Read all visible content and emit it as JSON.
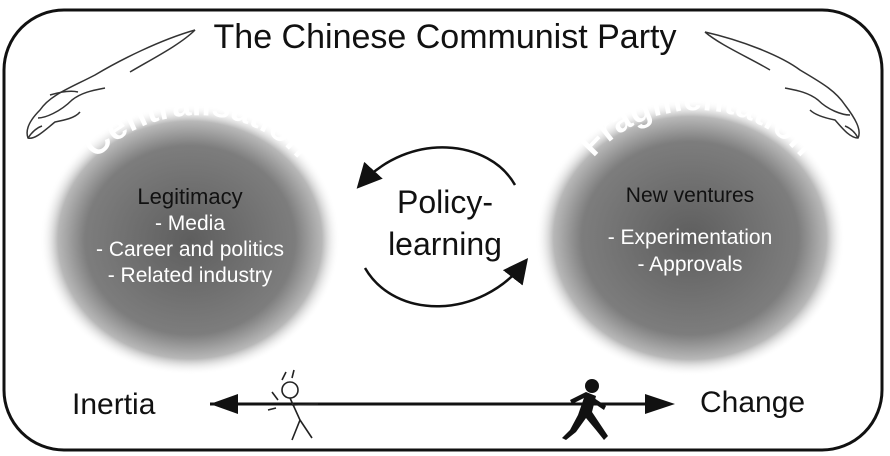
{
  "title": "The Chinese Communist Party",
  "left_circle": {
    "heading": "Centralisation",
    "subheading": "Legitimacy",
    "items": [
      "- Media",
      "- Career and politics",
      "- Related industry"
    ]
  },
  "right_circle": {
    "heading": "Fragmentation",
    "subheading": "New ventures",
    "items": [
      "- Experimentation",
      "- Approvals"
    ]
  },
  "center": {
    "line1": "Policy-",
    "line2": "learning"
  },
  "axis": {
    "left_label": "Inertia",
    "right_label": "Change"
  },
  "icons": [
    "left-hand-icon",
    "right-hand-icon",
    "tug-of-war-figure-icon",
    "running-figure-icon",
    "cycle-arrows-icon"
  ],
  "colors": {
    "circle_gray": "#7a7a7a",
    "frame": "#111111",
    "text_light": "#ffffff"
  }
}
